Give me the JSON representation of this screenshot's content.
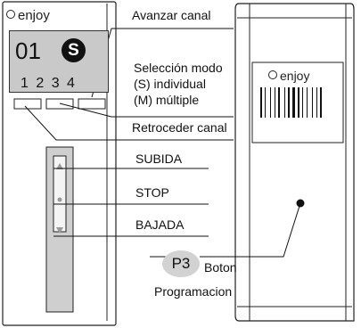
{
  "remote": {
    "brand": "enjoy",
    "channel": "01",
    "mode_badge": "S",
    "channel_digits": "1 2 3 4"
  },
  "labels": {
    "advance": "Avanzar canal",
    "mode_select": [
      "Selección modo",
      "(S) individual",
      "(M) múltiple"
    ],
    "back": "Retroceder canal",
    "up": "SUBIDA",
    "stop": "STOP",
    "down": "BAJADA",
    "p3": "P3",
    "button_prog": [
      "Boton",
      "Programacion"
    ]
  },
  "holder": {
    "brand": "enjoy"
  },
  "colors": {
    "screen": "#c9c9c9",
    "line": "#111111",
    "p3_fill": "#d2d2d2"
  },
  "icons": {
    "up": "triangle-up-icon",
    "stop": "dot-icon",
    "down": "triangle-down-icon"
  }
}
